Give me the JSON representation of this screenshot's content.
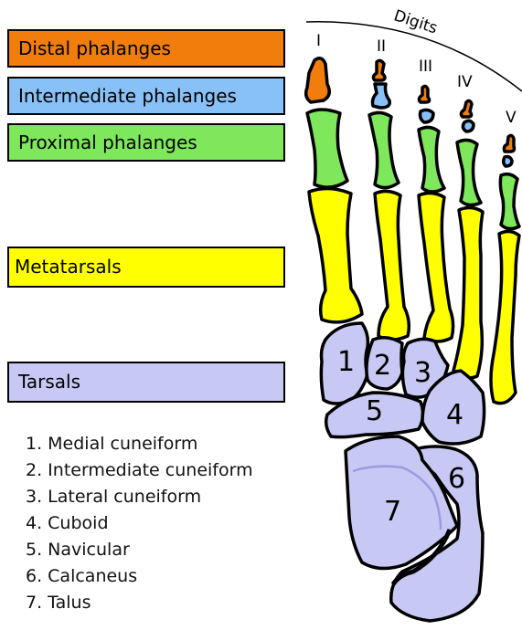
{
  "legend": {
    "distal": "Distal phalanges",
    "intermediate": "Intermediate phalanges",
    "proximal": "Proximal phalanges",
    "metatarsals": "Metatarsals",
    "tarsals": "Tarsals"
  },
  "key": [
    "1. Medial cuneiform",
    "2. Intermediate cuneiform",
    "3. Lateral cuneiform",
    "4. Cuboid",
    "5. Navicular",
    "6. Calcaneus",
    "7. Talus"
  ],
  "digits": {
    "title": "Digits",
    "numerals": [
      "I",
      "II",
      "III",
      "IV",
      "V"
    ]
  },
  "bone_numbers": [
    "1",
    "2",
    "3",
    "4",
    "5",
    "6",
    "7"
  ],
  "colors": {
    "distal": "#f07d0c",
    "intermediate": "#88c0f8",
    "proximal": "#7fe75c",
    "metatarsals": "#ffff00",
    "tarsals": "#c7c8f3"
  }
}
